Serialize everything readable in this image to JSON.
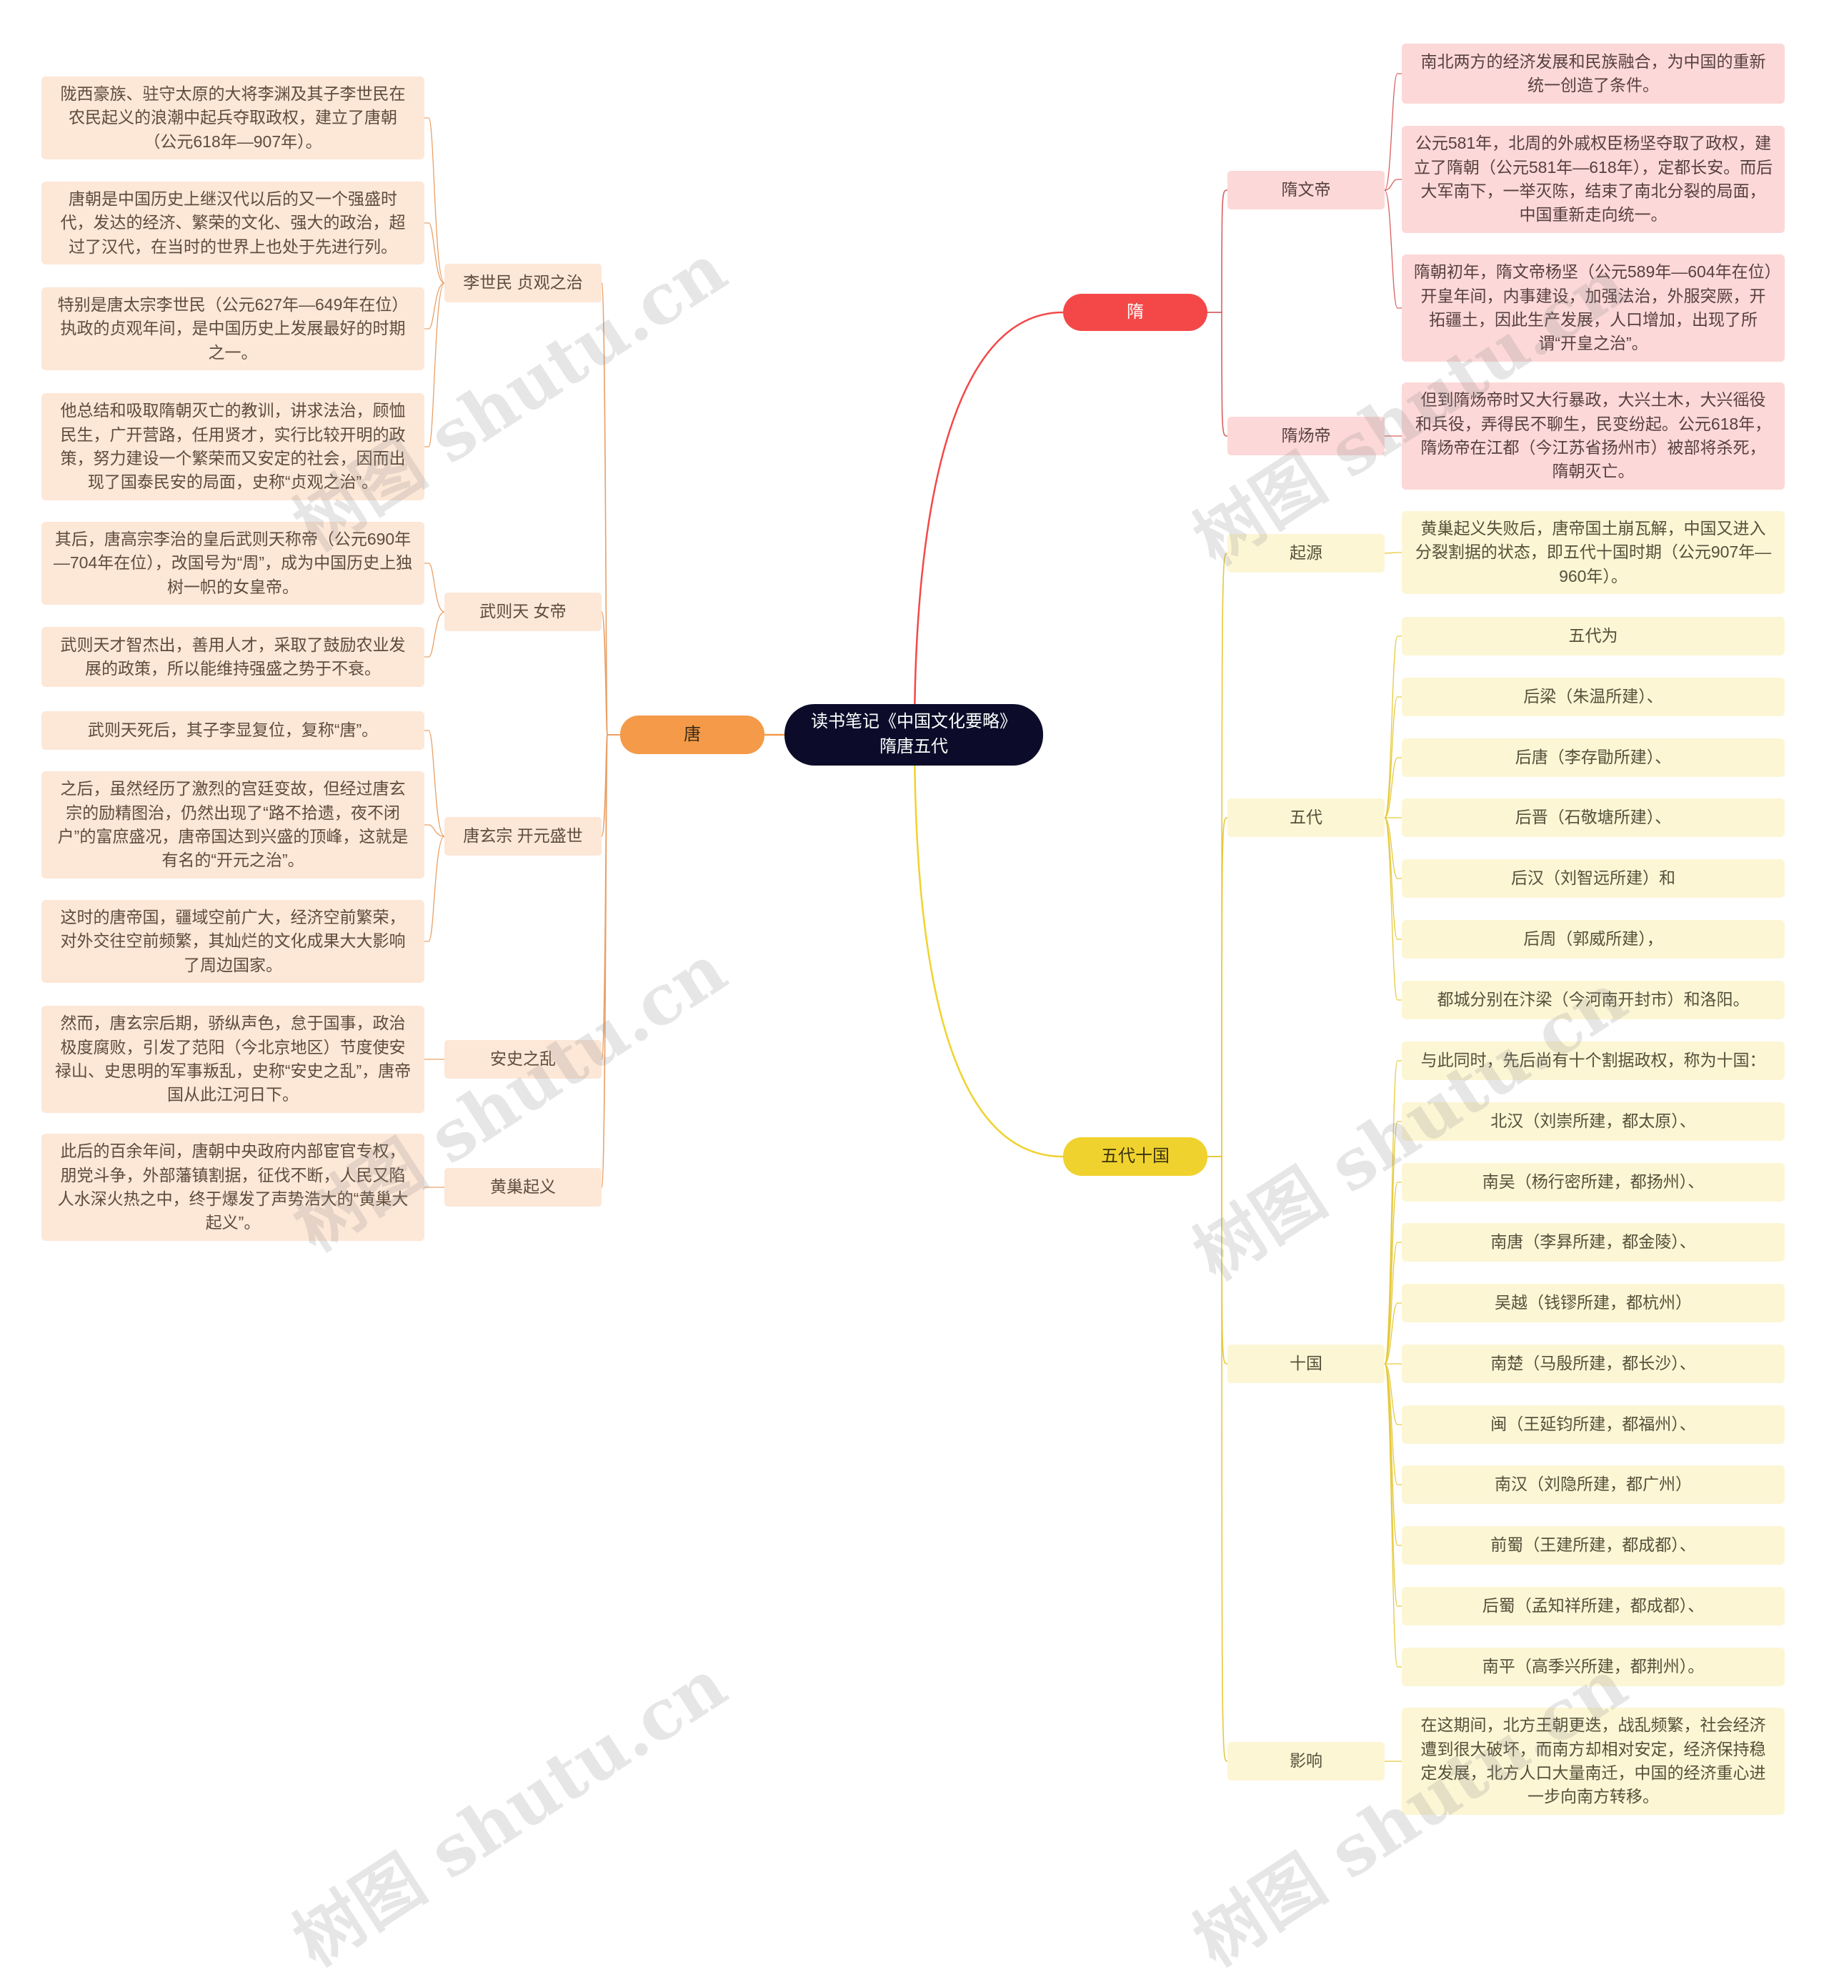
{
  "root": {
    "title": "读书笔记《中国文化要略》隋唐五代"
  },
  "colors": {
    "sui": "#f44848",
    "tang": "#f49a48",
    "wudai": "#f0d22e",
    "root": "#0c0c2a"
  },
  "watermark": "树图 shutu.cn",
  "branches": {
    "sui": {
      "label": "隋",
      "wendi": {
        "label": "隋文帝",
        "notes": [
          "南北两方的经济发展和民族融合，为中国的重新统一创造了条件。",
          "公元581年，北周的外戚权臣杨坚夺取了政权，建立了隋朝（公元581年—618年），定都长安。而后大军南下，一举灭陈，结束了南北分裂的局面，中国重新走向统一。",
          "隋朝初年，隋文帝杨坚（公元589年—604年在位）开皇年间，内事建设，加强法治，外服突厥，开拓疆土，因此生产发展，人口增加，出现了所谓“开皇之治”。"
        ]
      },
      "yangdi": {
        "label": "隋炀帝",
        "notes": [
          "但到隋炀帝时又大行暴政，大兴土木，大兴徭役和兵役，弄得民不聊生，民变纷起。公元618年，隋炀帝在江都（今江苏省扬州市）被部将杀死，隋朝灭亡。"
        ]
      }
    },
    "tang": {
      "label": "唐",
      "lishimin": {
        "label": "李世民 贞观之治",
        "notes": [
          "陇西豪族、驻守太原的大将李渊及其子李世民在农民起义的浪潮中起兵夺取政权，建立了唐朝（公元618年—907年）。",
          "唐朝是中国历史上继汉代以后的又一个强盛时代，发达的经济、繁荣的文化、强大的政治，超过了汉代，在当时的世界上也处于先进行列。",
          "特别是唐太宗李世民（公元627年—649年在位）执政的贞观年间，是中国历史上发展最好的时期之一。",
          "他总结和吸取隋朝灭亡的教训，讲求法治，顾恤民生，广开营路，任用贤才，实行比较开明的政策，努力建设一个繁荣而又安定的社会，因而出现了国泰民安的局面，史称“贞观之治”。"
        ]
      },
      "wuzetian": {
        "label": "武则天 女帝",
        "notes": [
          "其后，唐高宗李治的皇后武则天称帝（公元690年—704年在位），改国号为“周”，成为中国历史上独树一帜的女皇帝。",
          "武则天才智杰出，善用人才，采取了鼓励农业发展的政策，所以能维持强盛之势于不衰。"
        ]
      },
      "xuanzong": {
        "label": "唐玄宗 开元盛世",
        "notes": [
          "武则天死后，其子李显复位，复称“唐”。",
          "之后，虽然经历了激烈的宫廷变故，但经过唐玄宗的励精图治，仍然出现了“路不拾遗，夜不闭户”的富庶盛况，唐帝国达到兴盛的顶峰，这就是有名的“开元之治”。",
          "这时的唐帝国，疆域空前广大，经济空前繁荣，对外交往空前频繁，其灿烂的文化成果大大影响了周边国家。"
        ]
      },
      "anshi": {
        "label": "安史之乱",
        "notes": [
          "然而，唐玄宗后期，骄纵声色，怠于国事，政治极度腐败，引发了范阳（今北京地区）节度使安禄山、史思明的军事叛乱，史称“安史之乱”，唐帝国从此江河日下。"
        ]
      },
      "huangchao": {
        "label": "黄巢起义",
        "notes": [
          "此后的百余年间，唐朝中央政府内部宦官专权，朋党斗争，外部藩镇割据，征伐不断，人民又陷人水深火热之中，终于爆发了声势浩大的“黄巢大起义”。"
        ]
      }
    },
    "wudai": {
      "label": "五代十国",
      "origin": {
        "label": "起源",
        "notes": [
          "黄巢起义失败后，唐帝国土崩瓦解，中国又进入分裂割据的状态，即五代十国时期（公元907年—960年）。"
        ]
      },
      "five": {
        "label": "五代",
        "items": [
          "五代为",
          "后梁（朱温所建）、",
          "后唐（李存勖所建）、",
          "后晋（石敬塘所建）、",
          "后汉（刘智远所建）和",
          "后周（郭威所建），",
          "都城分别在汴梁（今河南开封市）和洛阳。"
        ]
      },
      "ten": {
        "label": "十国",
        "items": [
          "与此同时，先后尚有十个割据政权，称为十国：",
          "北汉（刘崇所建，都太原）、",
          "南吴（杨行密所建，都扬州）、",
          "南唐（李昪所建，都金陵）、",
          "吴越（钱镠所建，都杭州）",
          "南楚（马殷所建，都长沙）、",
          "闽（王延钧所建，都福州）、",
          "南汉（刘隐所建，都广州）",
          "前蜀（王建所建，都成都）、",
          "后蜀（孟知祥所建，都成都）、",
          "南平（高季兴所建，都荆州）。"
        ]
      },
      "impact": {
        "label": "影响",
        "notes": [
          "在这期间，北方王朝更迭，战乱频繁，社会经济遭到很大破坏，而南方却相对安定，经济保持稳定发展，北方人口大量南迁，中国的经济重心进一步向南方转移。"
        ]
      }
    }
  }
}
